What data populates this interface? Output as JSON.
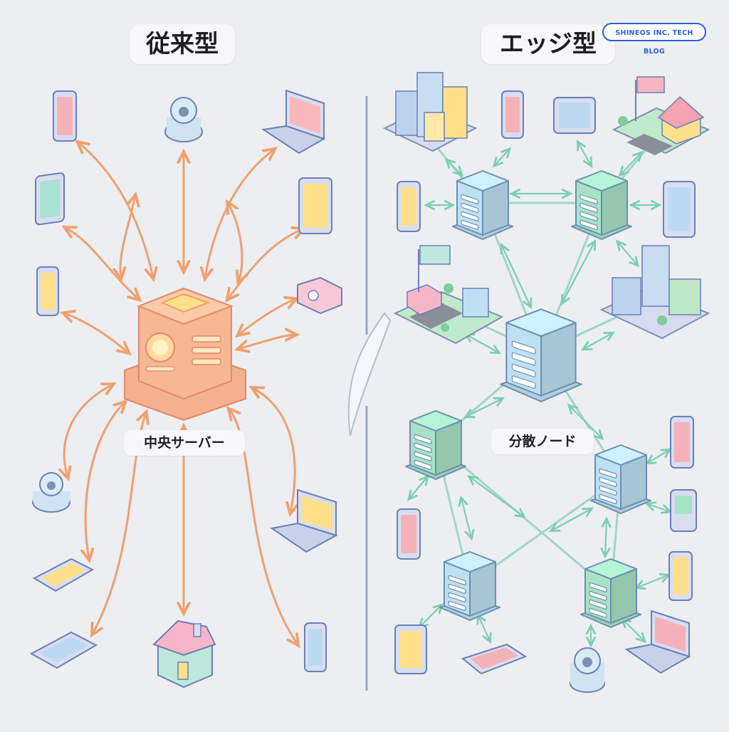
{
  "left_panel": {
    "title": "従来型",
    "caption": "中央サーバー"
  },
  "right_panel": {
    "title": "エッジ型",
    "caption": "分散ノード"
  },
  "badge": {
    "text": "SHINEOS INC. TECH BLOG"
  },
  "colors": {
    "background": "#eceef2",
    "central_server": "#f4a682",
    "central_arrow": "#f0a070",
    "edge_arrow": "#8ad1b8",
    "node_blue": "#bfe0f2",
    "node_green": "#a8e2c6",
    "badge": "#2b5fd9",
    "divider": "#9aa6b6"
  },
  "left_devices": [
    {
      "name": "smartphone-icon"
    },
    {
      "name": "security-camera-icon"
    },
    {
      "name": "laptop-icon"
    },
    {
      "name": "tablet-icon"
    },
    {
      "name": "tablet-icon"
    },
    {
      "name": "smartphone-icon"
    },
    {
      "name": "projector-icon"
    },
    {
      "name": "security-camera-icon"
    },
    {
      "name": "laptop-icon"
    },
    {
      "name": "tablet-icon"
    },
    {
      "name": "tablet-icon"
    },
    {
      "name": "house-icon"
    },
    {
      "name": "smartphone-icon"
    }
  ],
  "right_elements": [
    {
      "name": "city-block-icon"
    },
    {
      "name": "suburb-block-icon"
    },
    {
      "name": "park-block-icon"
    },
    {
      "name": "city-block-icon"
    },
    {
      "name": "server-node-icon"
    },
    {
      "name": "smartphone-icon"
    },
    {
      "name": "tablet-icon"
    },
    {
      "name": "laptop-icon"
    },
    {
      "name": "security-camera-icon"
    }
  ]
}
